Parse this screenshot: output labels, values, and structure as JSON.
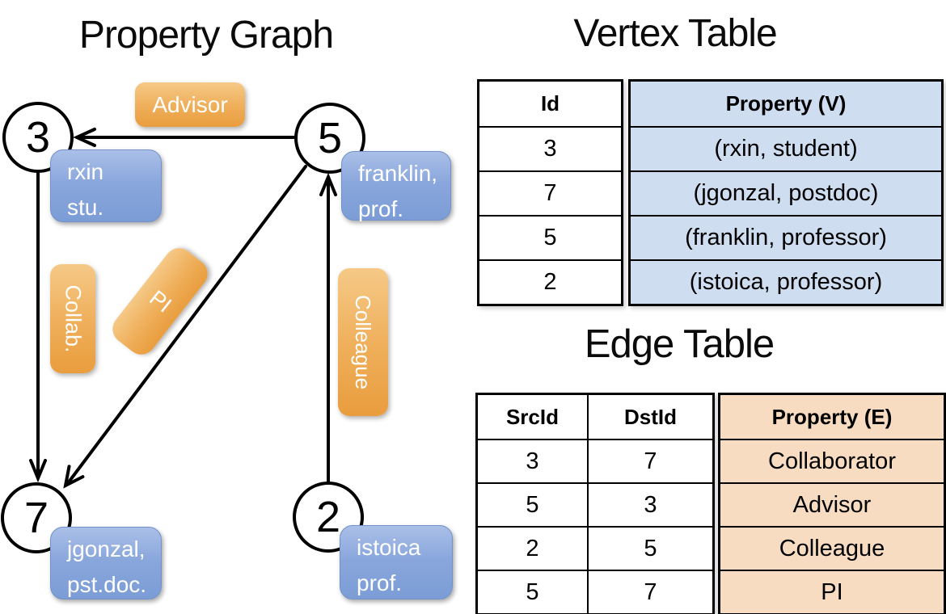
{
  "graph": {
    "title": "Property Graph",
    "vertices": [
      {
        "id": "3"
      },
      {
        "id": "5"
      },
      {
        "id": "7"
      },
      {
        "id": "2"
      }
    ],
    "vertex_properties": [
      {
        "line1": "rxin",
        "line2": "stu."
      },
      {
        "line1": "franklin,",
        "line2": "prof."
      },
      {
        "line1": "jgonzal,",
        "line2": "pst.doc."
      },
      {
        "line1": "istoica",
        "line2": "prof."
      }
    ],
    "edge_labels": [
      {
        "label": "Advisor"
      },
      {
        "label": "Collab."
      },
      {
        "label": "PI"
      },
      {
        "label": "Colleague"
      }
    ]
  },
  "vertex_table": {
    "title": "Vertex Table",
    "headers": {
      "id": "Id",
      "property": "Property (V)"
    },
    "rows": [
      {
        "id": "3",
        "property": "(rxin, student)"
      },
      {
        "id": "7",
        "property": "(jgonzal, postdoc)"
      },
      {
        "id": "5",
        "property": "(franklin, professor)"
      },
      {
        "id": "2",
        "property": "(istoica, professor)"
      }
    ]
  },
  "edge_table": {
    "title": "Edge Table",
    "headers": {
      "src": "SrcId",
      "dst": "DstId",
      "property": "Property (E)"
    },
    "rows": [
      {
        "src": "3",
        "dst": "7",
        "property": "Collaborator"
      },
      {
        "src": "5",
        "dst": "3",
        "property": "Advisor"
      },
      {
        "src": "2",
        "dst": "5",
        "property": "Colleague"
      },
      {
        "src": "5",
        "dst": "7",
        "property": "PI"
      }
    ]
  },
  "colors": {
    "vertex_box_blue": "#7b9cd6",
    "edge_label_orange": "#eda64f",
    "vertex_table_fill": "#cfddf1",
    "edge_table_fill": "#f7dcc2",
    "line_black": "#000000"
  }
}
